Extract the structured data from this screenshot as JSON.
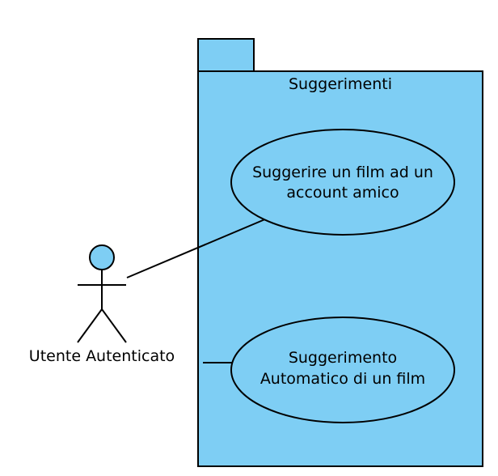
{
  "diagram": {
    "package": {
      "name": "Suggerimenti",
      "fill_color": "#7ecef4"
    },
    "actor": {
      "name": "Utente Autenticato",
      "fill_color": "#7ecef4"
    },
    "use_cases": [
      {
        "line1": "Suggerire un film ad un",
        "line2": "account amico"
      },
      {
        "line1": "Suggerimento",
        "line2": "Automatico di un film"
      }
    ],
    "line_color": "#000000"
  }
}
